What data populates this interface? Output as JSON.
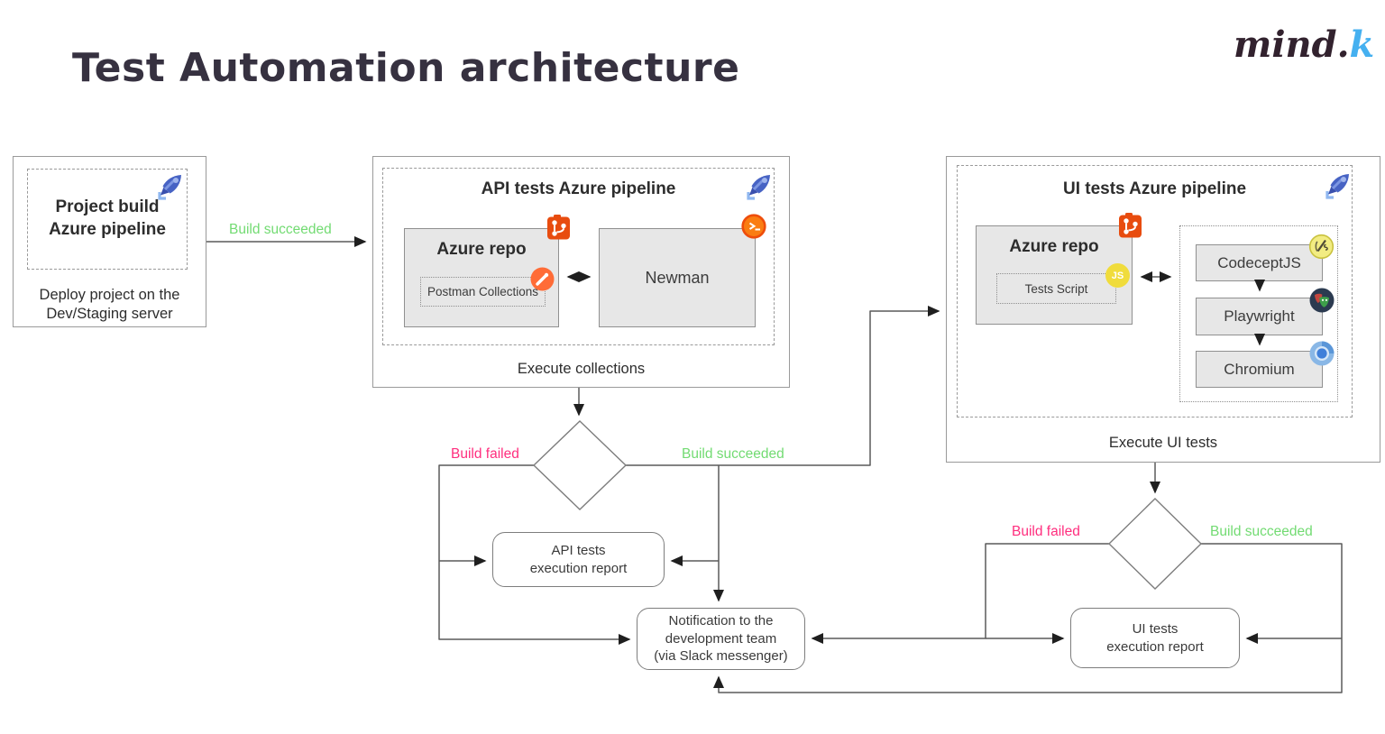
{
  "page": {
    "title": "Test Automation architecture"
  },
  "logo": {
    "word": "mind",
    "dot": ".",
    "accent": "k"
  },
  "palette": {
    "succeeded_green": "#72DB72",
    "failed_pink": "#FF2E7E",
    "azure_pipelines_blue": "#4763C4",
    "azure_repos_red": "#E84C0F",
    "postman_orange": "#FF6C37",
    "js_yellow": "#F0DC3C",
    "box_gray": "#E7E7E7"
  },
  "project_build": {
    "title": [
      "Project build",
      "Azure pipeline"
    ],
    "caption": [
      "Deploy project on the",
      "Dev/Staging server"
    ]
  },
  "api_pipeline": {
    "title": "API tests Azure pipeline",
    "repo": {
      "title": "Azure repo",
      "item": "Postman Collections"
    },
    "runner": "Newman",
    "caption": "Execute collections"
  },
  "ui_pipeline": {
    "title": "UI tests Azure pipeline",
    "repo": {
      "title": "Azure repo",
      "item": "Tests Script"
    },
    "tools": [
      {
        "label": "CodeceptJS"
      },
      {
        "label": "Playwright"
      },
      {
        "label": "Chromium"
      }
    ],
    "caption": "Execute UI tests"
  },
  "flow": {
    "build_succeeded_entry": "Build succeeded",
    "api_branch": {
      "failed": "Build failed",
      "succeeded": "Build succeeded"
    },
    "ui_branch": {
      "failed": "Build failed",
      "succeeded": "Build succeeded"
    },
    "api_report": [
      "API tests",
      "execution report"
    ],
    "ui_report": [
      "UI tests",
      "execution report"
    ],
    "notification": [
      "Notification to the",
      "development team",
      "(via Slack messenger)"
    ]
  },
  "icons": {
    "js_label": "JS"
  }
}
